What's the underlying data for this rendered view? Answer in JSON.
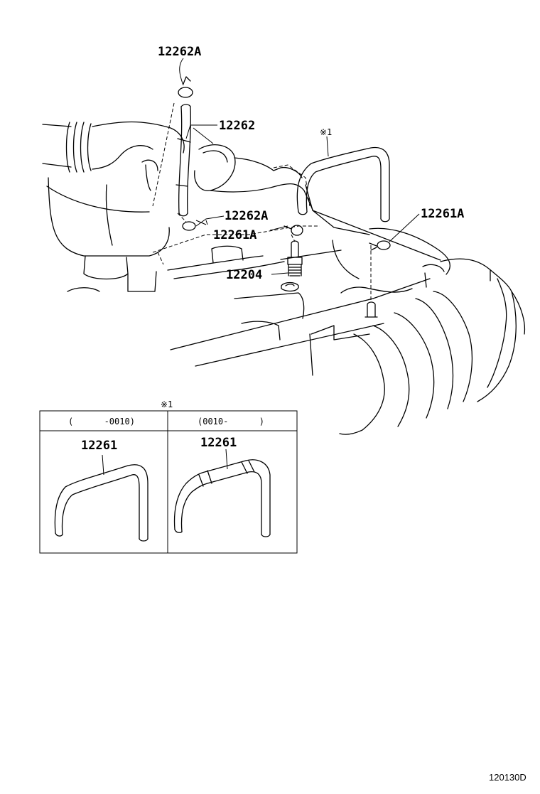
{
  "callouts": {
    "c_12262A_top": "12262A",
    "c_12262": "12262",
    "c_note_mark": "※1",
    "c_12262A_mid": "12262A",
    "c_12261A_mid": "12261A",
    "c_12261A_right": "12261A",
    "c_12204": "12204"
  },
  "detail": {
    "mark": "※1",
    "left_header": "(      -0010)",
    "right_header": "(0010-      )",
    "left_part": "12261",
    "right_part": "12261"
  },
  "reference_code": "120130D"
}
